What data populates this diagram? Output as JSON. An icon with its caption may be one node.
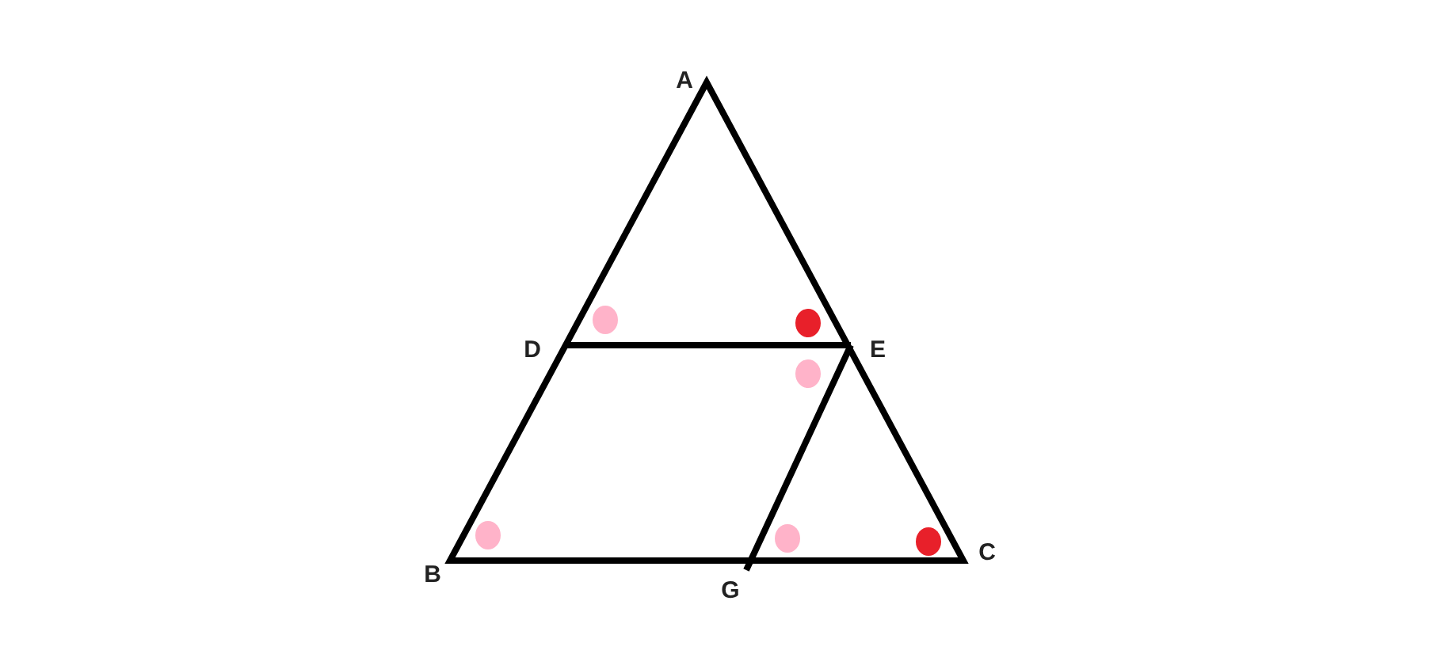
{
  "diagram": {
    "labels": [
      "A",
      "D",
      "E",
      "B",
      "G",
      "C"
    ]
  }
}
